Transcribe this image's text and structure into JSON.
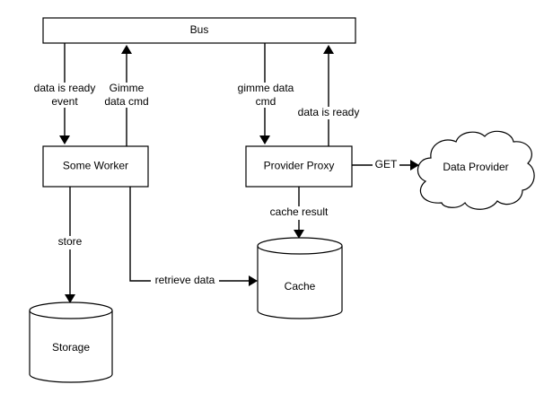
{
  "diagram": {
    "nodes": {
      "bus": "Bus",
      "worker": "Some Worker",
      "proxy": "Provider Proxy",
      "provider": "Data Provider",
      "cache": "Cache",
      "storage": "Storage"
    },
    "edges": {
      "data_ready_event": [
        "data is ready",
        "event"
      ],
      "gimme_data_cmd_worker": [
        "Gimme",
        "data cmd"
      ],
      "gimme_data_cmd_proxy": [
        "gimme data",
        "cmd"
      ],
      "data_is_ready": [
        "data is ready"
      ],
      "get": [
        "GET"
      ],
      "cache_result": [
        "cache result"
      ],
      "store": [
        "store"
      ],
      "retrieve_data": [
        "retrieve data"
      ]
    }
  }
}
